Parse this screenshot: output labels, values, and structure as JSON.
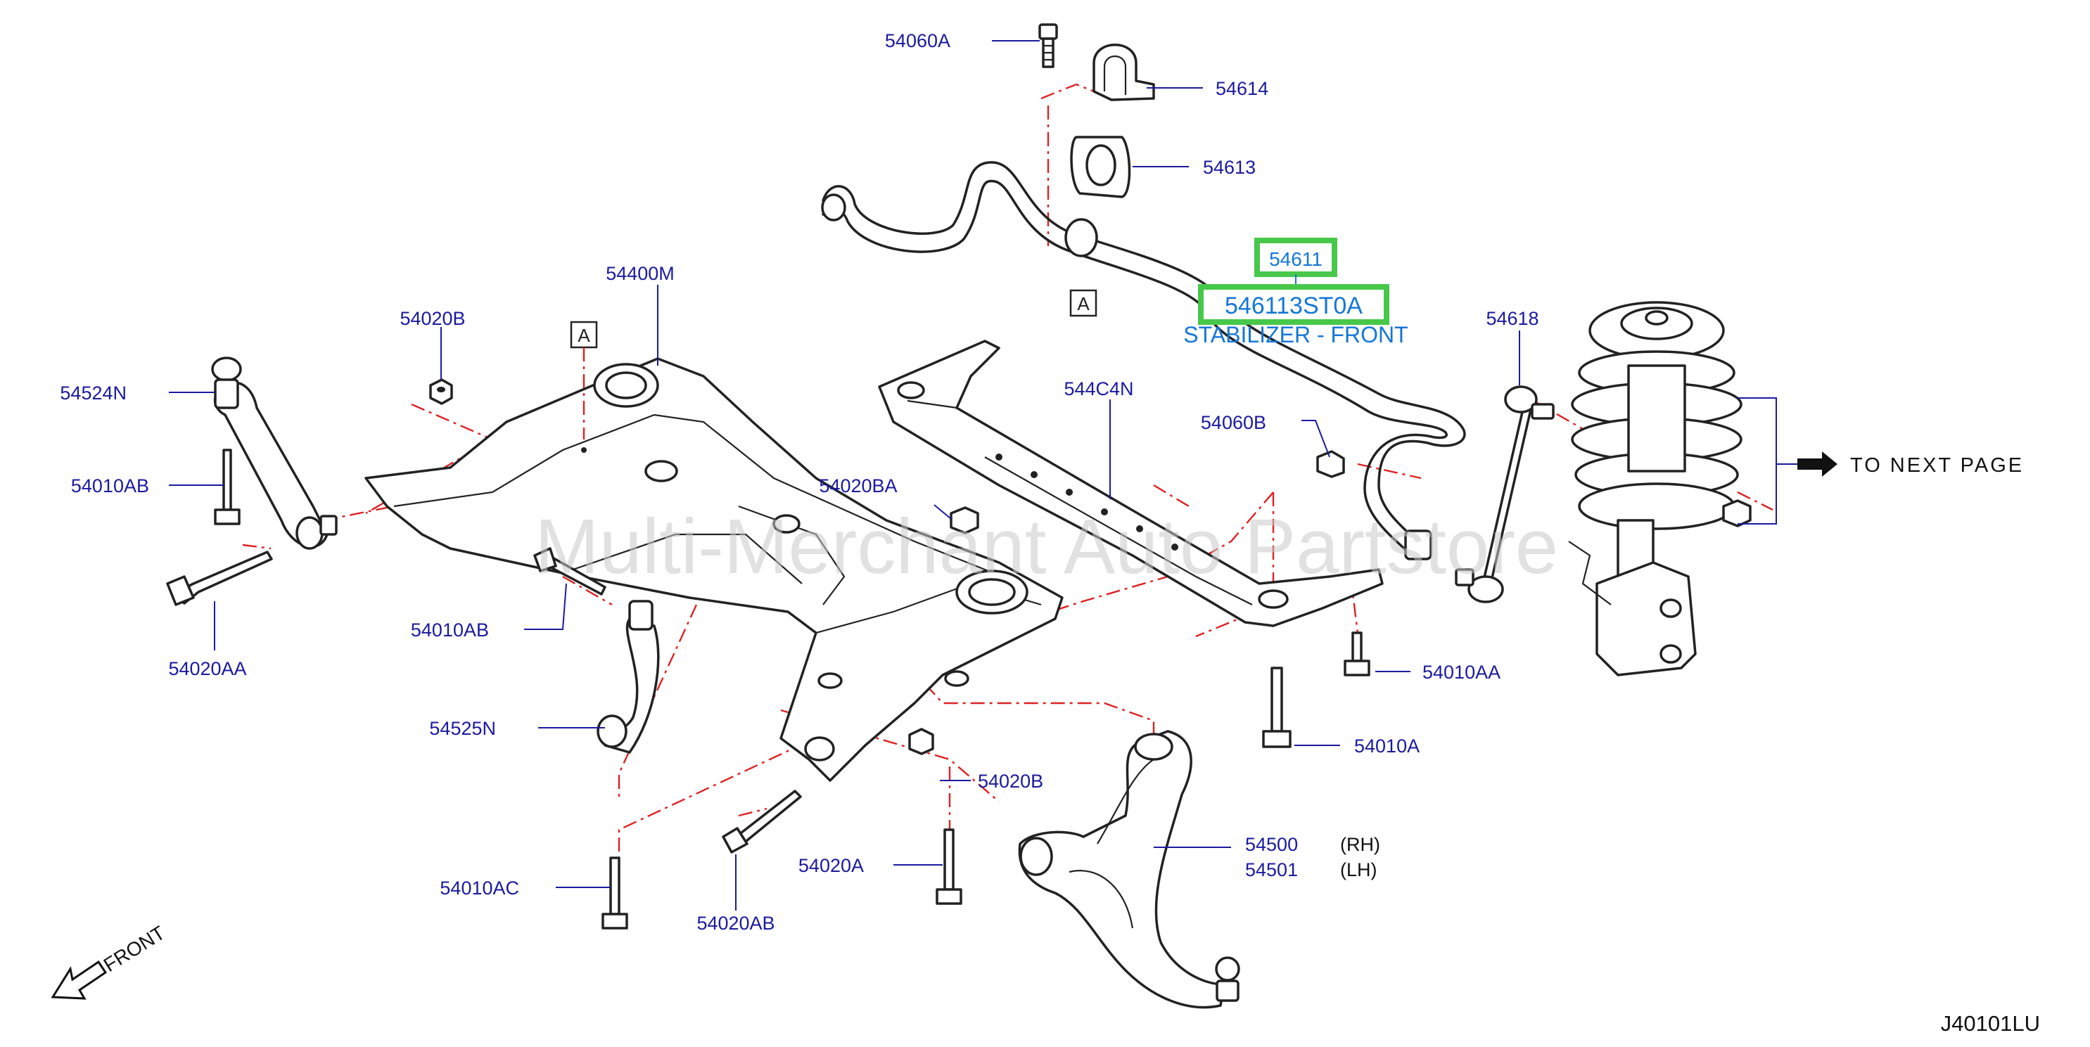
{
  "diagram": {
    "code": "J40101LU",
    "watermark": "Multi-Merchant Auto Partstore",
    "front_label": "FRONT",
    "next_page_label": "TO NEXT PAGE",
    "callout_letter": "A",
    "highlight": {
      "part_number": "54611",
      "sku": "546113ST0A",
      "description": "STABILIZER - FRONT",
      "outline_color": "#47c84a",
      "text_color": "#1477d8"
    },
    "colors": {
      "label": "#1a1aa0",
      "leader_dash": "#d22222",
      "line": "#222222"
    },
    "labels": {
      "p54060A": "54060A",
      "p54614": "54614",
      "p54613": "54613",
      "p54400M": "54400M",
      "p54020B_top": "54020B",
      "p54524N": "54524N",
      "p54010AB_left": "54010AB",
      "p54020AA": "54020AA",
      "p54010AB_mid": "54010AB",
      "p54525N": "54525N",
      "p54020BA": "54020BA",
      "p544C4N": "544C4N",
      "p54060B": "54060B",
      "p54618": "54618",
      "p54010AA": "54010AA",
      "p54010A": "54010A",
      "p54020B_bottom": "54020B",
      "p54500": "54500",
      "p54501": "54501",
      "rh": "(RH)",
      "lh": "(LH)",
      "p54020A": "54020A",
      "p54010AC": "54010AC",
      "p54020AB": "54020AB"
    }
  }
}
